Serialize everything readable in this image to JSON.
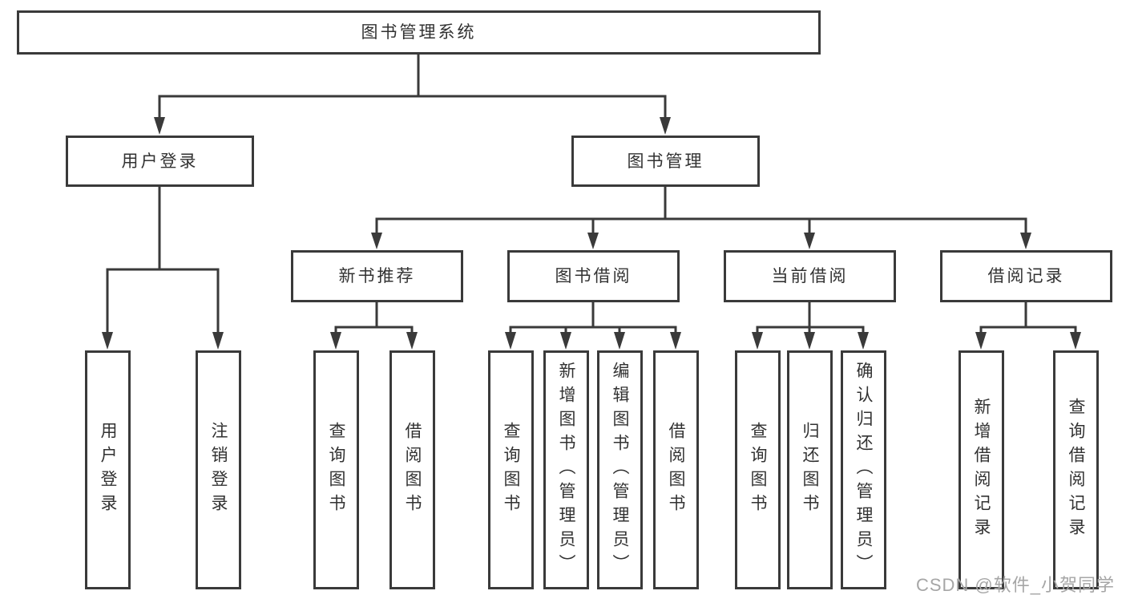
{
  "diagram": {
    "root": {
      "label": "图书管理系统"
    },
    "level2": [
      {
        "label": "用户登录"
      },
      {
        "label": "图书管理"
      }
    ],
    "level3": [
      {
        "label": "新书推荐"
      },
      {
        "label": "图书借阅"
      },
      {
        "label": "当前借阅"
      },
      {
        "label": "借阅记录"
      }
    ],
    "leaves": [
      {
        "parent": "用户登录",
        "label": "用户登录"
      },
      {
        "parent": "用户登录",
        "label": "注销登录"
      },
      {
        "parent": "新书推荐",
        "label": "查询图书"
      },
      {
        "parent": "新书推荐",
        "label": "借阅图书"
      },
      {
        "parent": "图书借阅",
        "label": "查询图书"
      },
      {
        "parent": "图书借阅",
        "label": "新增图书（管理员）"
      },
      {
        "parent": "图书借阅",
        "label": "编辑图书（管理员）"
      },
      {
        "parent": "图书借阅",
        "label": "借阅图书"
      },
      {
        "parent": "当前借阅",
        "label": "查询图书"
      },
      {
        "parent": "当前借阅",
        "label": "归还图书"
      },
      {
        "parent": "当前借阅",
        "label": "确认归还（管理员）"
      },
      {
        "parent": "借阅记录",
        "label": "新增借阅记录"
      },
      {
        "parent": "借阅记录",
        "label": "查询借阅记录"
      }
    ],
    "colors": {
      "line": "#3a3a3a",
      "box_border": "#3a3a3a",
      "box_fill": "#ffffff",
      "text": "#323232",
      "watermark": "#a6a6a6"
    }
  },
  "watermark": {
    "text": "CSDN @软件_小贺同学"
  }
}
